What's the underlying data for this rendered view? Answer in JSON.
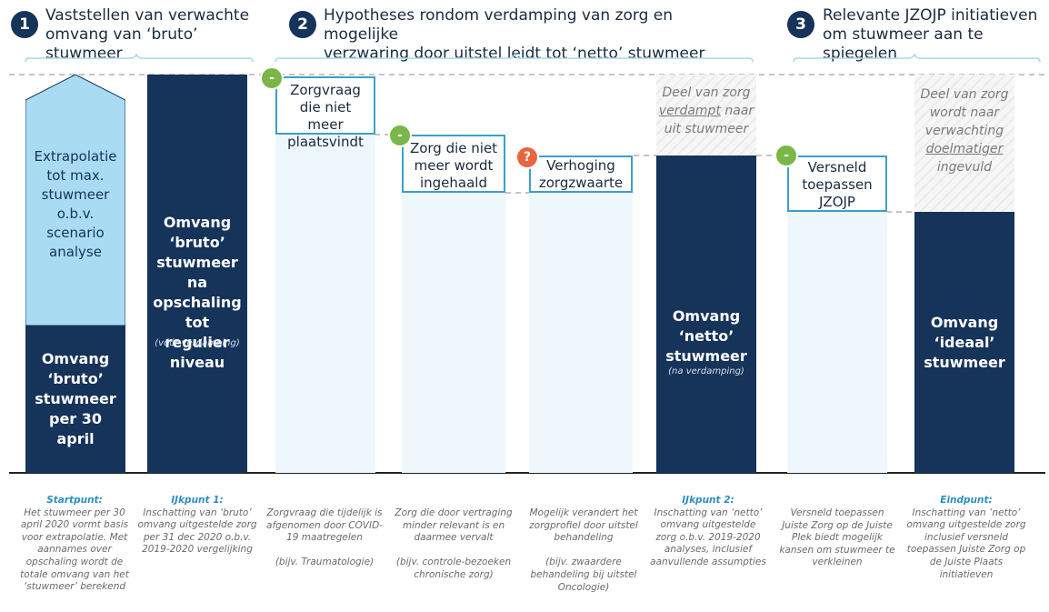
{
  "steps": [
    {
      "num": "1",
      "line1": "Vaststellen van verwachte",
      "line2": "omvang van ‘bruto’ stuwmeer"
    },
    {
      "num": "2",
      "line1": "Hypotheses rondom verdamping van zorg en mogelijke",
      "line2": "verzwaring door uitstel leidt tot ‘netto’ stuwmeer"
    },
    {
      "num": "3",
      "line1": "Relevante JZOJP initiatieven",
      "line2": "om stuwmeer aan te spiegelen"
    }
  ],
  "bars": {
    "b1_light": "Extrapolatie tot max. stuwmeer o.b.v. scenario analyse",
    "b1_dark": "Omvang ‘bruto’ stuwmeer per 30 april",
    "b2_dark": "Omvang ‘bruto’ stuwmeer na opschaling tot regulier niveau",
    "b2_sub": "(vóór verdamping)",
    "b6_dark": "Omvang ‘netto’ stuwmeer",
    "b6_sub": "(na verdamping)",
    "b8_dark": "Omvang ‘ideaal’ stuwmeer"
  },
  "labels": {
    "l3": "Zorgvraag die niet meer plaatsvindt",
    "l4": "Zorg die niet meer wordt ingehaald",
    "l5": "Verhoging zorgzwaarte",
    "l7": "Versneld toepassen JZOJP"
  },
  "badges": {
    "minus": "-",
    "question": "?"
  },
  "annotations": {
    "a6_pre": "Deel van zorg",
    "a6_u": "verdampt",
    "a6_post": "naar uit stuwmeer",
    "a8_pre": "Deel van zorg wordt naar verwachting",
    "a8_u": "doelmatiger",
    "a8_post": "ingevuld"
  },
  "footnotes": [
    {
      "head": "Startpunt:",
      "text": "Het stuwmeer per 30 april 2020 vormt basis voor extrapolatie. Met aannames over opschaling wordt de totale omvang van het ‘stuwmeer’ berekend"
    },
    {
      "head": "IJkpunt 1:",
      "text": "Inschatting van ‘bruto’ omvang uitgestelde zorg per 31 dec 2020 o.b.v. 2019-2020 vergelijking"
    },
    {
      "head": "",
      "text": "Zorgvraag die tijdelijk is afgenomen door COVID-19 maatregelen",
      "extra": "(bijv. Traumatologie)"
    },
    {
      "head": "",
      "text": "Zorg die door vertraging minder relevant is en daarmee vervalt",
      "extra": "(bijv. controle-bezoeken chronische zorg)"
    },
    {
      "head": "",
      "text": "Mogelijk verandert het zorgprofiel door uitstel behandeling",
      "extra": "(bijv. zwaardere behandeling bij uitstel Oncologie)"
    },
    {
      "head": "IJkpunt 2:",
      "text": "Inschatting van ‘netto’ omvang uitgestelde zorg o.b.v. 2019-2020 analyses, inclusief aanvullende assumpties"
    },
    {
      "head": "",
      "text": "Versneld toepassen Juiste Zorg op de Juiste Plek biedt mogelijk kansen om stuwmeer te verkleinen"
    },
    {
      "head": "Eindpunt:",
      "text": "Inschatting van ‘netto’ omvang uitgestelde zorg inclusief versneld toepassen Juiste Zorg op de Juiste Plaats initiatieven"
    }
  ],
  "colors": {
    "dark": "#16335a",
    "light": "#a9dcf2",
    "pale": "#eef7fc",
    "accent": "#3aa0c8",
    "green": "#7ab648",
    "orange": "#e8663d"
  }
}
